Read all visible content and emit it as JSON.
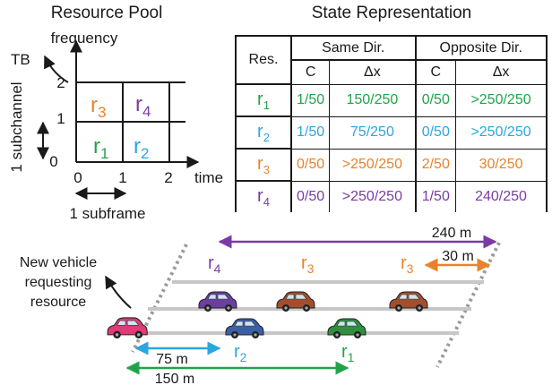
{
  "colors": {
    "green": "#21a34a",
    "blue": "#2aa6e0",
    "orange": "#e8832a",
    "purple": "#7a3aa6",
    "road": "#9a9a9a",
    "ink": "#1a1a1a"
  },
  "pool": {
    "title": "Resource Pool",
    "y_axis": "frequency",
    "x_axis": "time",
    "tb": "TB",
    "subchannel": "1 subchannel",
    "subframe": "1 subframe",
    "yticks": [
      "0",
      "1",
      "2"
    ],
    "xticks": [
      "0",
      "1",
      "2"
    ],
    "cells": [
      {
        "base": "r",
        "sub": "1",
        "color_key": "green"
      },
      {
        "base": "r",
        "sub": "2",
        "color_key": "blue"
      },
      {
        "base": "r",
        "sub": "3",
        "color_key": "orange"
      },
      {
        "base": "r",
        "sub": "4",
        "color_key": "purple"
      }
    ]
  },
  "state": {
    "title": "State Representation",
    "res_header": "Res.",
    "same_dir": "Same Dir.",
    "opp_dir": "Opposite Dir.",
    "c": "C",
    "dx": "Δx",
    "rows": [
      {
        "base": "r",
        "sub": "1",
        "color_key": "green",
        "same_c": "1/50",
        "same_dx": "150/250",
        "opp_c": "0/50",
        "opp_dx": ">250/250"
      },
      {
        "base": "r",
        "sub": "2",
        "color_key": "blue",
        "same_c": "1/50",
        "same_dx": "75/250",
        "opp_c": "0/50",
        "opp_dx": ">250/250"
      },
      {
        "base": "r",
        "sub": "3",
        "color_key": "orange",
        "same_c": "0/50",
        "same_dx": ">250/250",
        "opp_c": "2/50",
        "opp_dx": "30/250"
      },
      {
        "base": "r",
        "sub": "4",
        "color_key": "purple",
        "same_c": "0/50",
        "same_dx": ">250/250",
        "opp_c": "1/50",
        "opp_dx": "240/250"
      }
    ]
  },
  "road": {
    "new_vehicle": [
      "New vehicle",
      "requesting",
      "resource"
    ],
    "labels": [
      {
        "id": "r4",
        "base": "r",
        "sub": "4",
        "color_key": "purple"
      },
      {
        "id": "r3a",
        "base": "r",
        "sub": "3",
        "color_key": "orange"
      },
      {
        "id": "r3b",
        "base": "r",
        "sub": "3",
        "color_key": "orange"
      },
      {
        "id": "r2",
        "base": "r",
        "sub": "2",
        "color_key": "blue"
      },
      {
        "id": "r1",
        "base": "r",
        "sub": "1",
        "color_key": "green"
      }
    ],
    "distances": [
      {
        "id": "d240",
        "text": "240 m",
        "color_key": "purple"
      },
      {
        "id": "d30",
        "text": "30 m",
        "color_key": "orange"
      },
      {
        "id": "d75",
        "text": "75 m",
        "color_key": "blue"
      },
      {
        "id": "d150",
        "text": "150 m",
        "color_key": "green"
      }
    ],
    "cars": [
      {
        "id": "new",
        "color": "#e23a78"
      },
      {
        "id": "purple-car",
        "color": "#6a3f9e"
      },
      {
        "id": "brown-car-1",
        "color": "#a24f2e"
      },
      {
        "id": "brown-car-2",
        "color": "#a24f2e"
      },
      {
        "id": "blue-car",
        "color": "#3b5fa6"
      },
      {
        "id": "green-car",
        "color": "#2f8f3f"
      }
    ]
  }
}
